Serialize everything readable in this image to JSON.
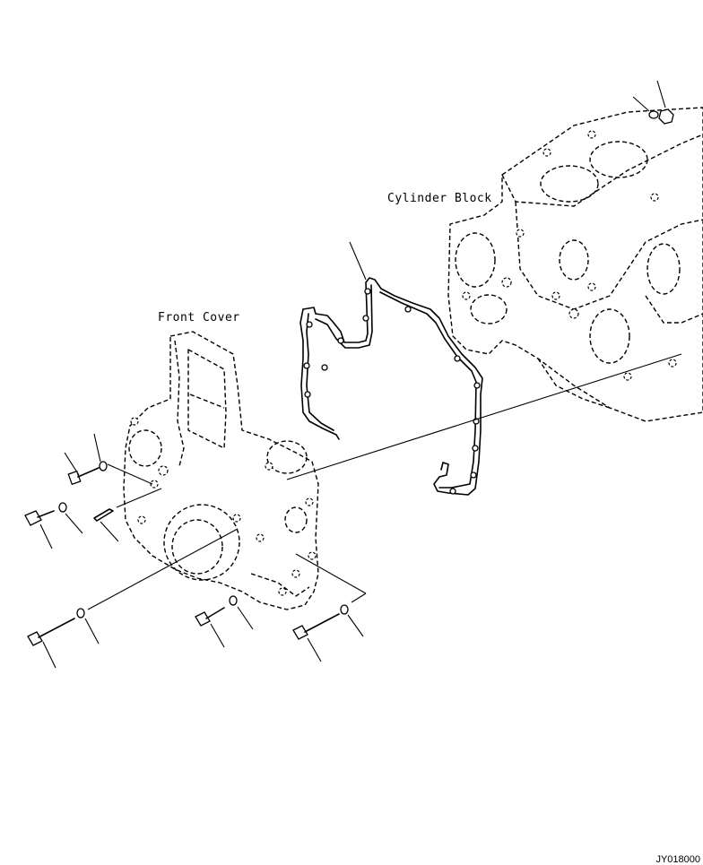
{
  "labels": {
    "cylinder_block": "Cylinder Block",
    "front_cover": "Front Cover"
  },
  "figure_code": "JY018000"
}
